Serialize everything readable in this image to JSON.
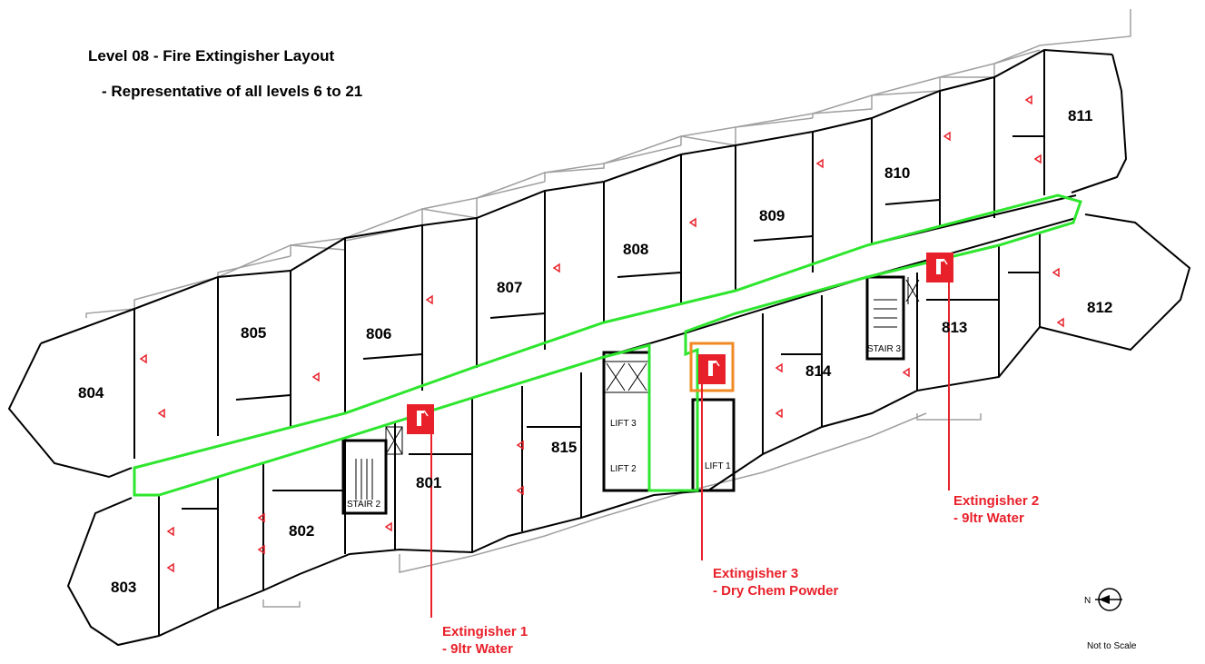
{
  "header": {
    "title": "Level 08 - Fire Extingisher Layout",
    "subtitle": "- Representative of all levels 6 to 21"
  },
  "units": [
    "801",
    "802",
    "803",
    "804",
    "805",
    "806",
    "807",
    "808",
    "809",
    "810",
    "811",
    "812",
    "813",
    "814",
    "815"
  ],
  "cores": {
    "lift_1": "LIFT 1",
    "lift_2": "LIFT 2",
    "lift_3": "LIFT 3",
    "stair_2": "STAIR 2",
    "stair_3": "STAIR 3"
  },
  "extinguishers": [
    {
      "name": "Extingisher 1",
      "type": "- 9ltr Water"
    },
    {
      "name": "Extingisher 2",
      "type": "- 9ltr Water"
    },
    {
      "name": "Extingisher 3",
      "type": "- Dry Chem Powder"
    }
  ],
  "legend": {
    "north_letter": "N",
    "scale_note": "Not to Scale"
  },
  "colors": {
    "corridor": "#2ee62e",
    "extinguisher": "#e8202a",
    "highlight": "#f08a24",
    "walls": "#000000",
    "balcony": "#a0a0a0"
  }
}
